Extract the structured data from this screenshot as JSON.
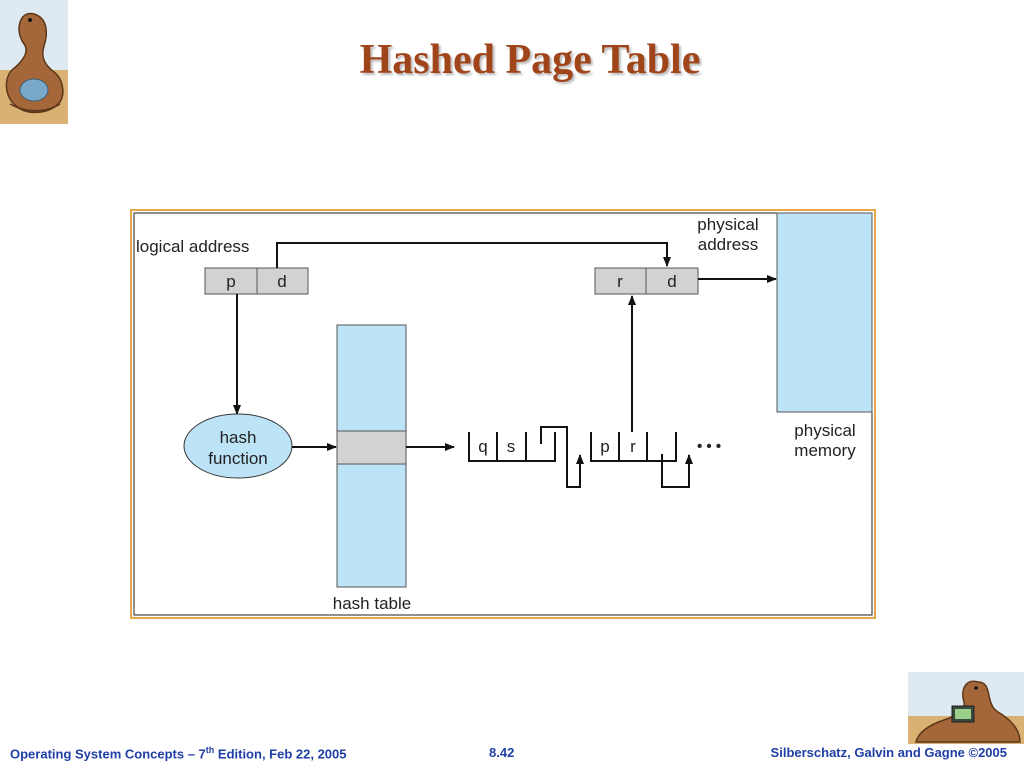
{
  "slide": {
    "title": "Hashed Page Table"
  },
  "diagram": {
    "logical_address_label": "logical address",
    "logical_page_field": "p",
    "logical_offset_field": "d",
    "physical_address_label_line1": "physical",
    "physical_address_label_line2": "address",
    "physical_frame_field": "r",
    "physical_offset_field": "d",
    "hash_function_line1": "hash",
    "hash_function_line2": "function",
    "hash_table_label": "hash table",
    "chain_entry1_field1": "q",
    "chain_entry1_field2": "s",
    "chain_entry2_field1": "p",
    "chain_entry2_field2": "r",
    "chain_continuation": "• • •",
    "physical_memory_line1": "physical",
    "physical_memory_line2": "memory"
  },
  "footer": {
    "book_title_prefix": "Operating System Concepts – 7",
    "edition_superscript": "th",
    "book_title_suffix": " Edition, Feb 22, 2005",
    "page_number": "8.42",
    "copyright": "Silberschatz, Galvin and Gagne ©2005"
  },
  "colors": {
    "title": "#a0441a",
    "frame_border": "#e8a64a",
    "light_blue_fill": "#bde3f7",
    "gray_fill": "#d2d2d2",
    "footer_text": "#1f3fa6"
  }
}
